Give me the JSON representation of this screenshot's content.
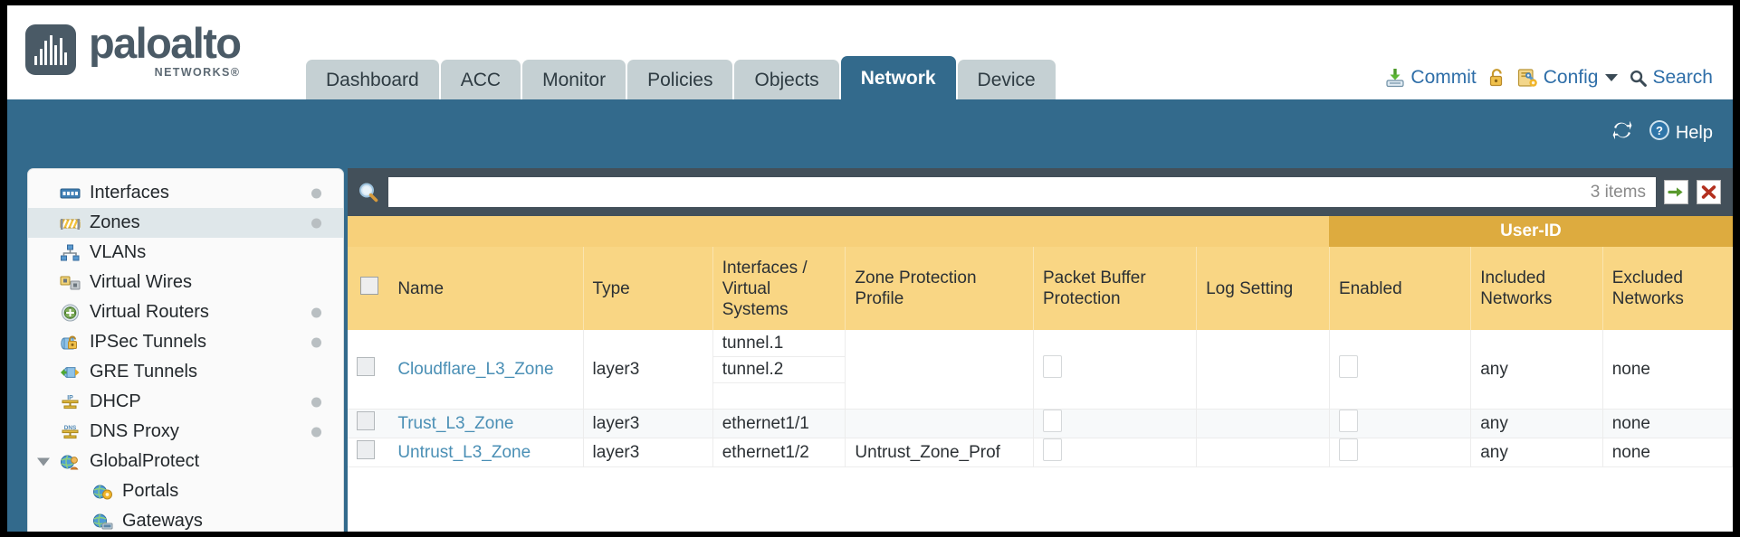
{
  "brand": {
    "name": "paloalto",
    "tagline": "NETWORKS",
    "registered": "®"
  },
  "nav": {
    "tabs": [
      {
        "label": "Dashboard",
        "active": false
      },
      {
        "label": "ACC",
        "active": false
      },
      {
        "label": "Monitor",
        "active": false
      },
      {
        "label": "Policies",
        "active": false
      },
      {
        "label": "Objects",
        "active": false
      },
      {
        "label": "Network",
        "active": true
      },
      {
        "label": "Device",
        "active": false
      }
    ]
  },
  "header_tools": {
    "commit": "Commit",
    "commit_icon": "commit-icon",
    "lock_icon": "lock-icon",
    "config": "Config",
    "config_icon": "config-icon",
    "config_caret": "chevron-down-icon",
    "search": "Search",
    "search_icon": "search-icon"
  },
  "bluebar": {
    "refresh_icon": "refresh-icon",
    "help": "Help",
    "help_icon": "help-icon"
  },
  "sidebar": {
    "items": [
      {
        "label": "Interfaces",
        "icon": "interfaces-icon",
        "dot": true,
        "selected": false,
        "child": false,
        "twisty": false
      },
      {
        "label": "Zones",
        "icon": "zones-icon",
        "dot": true,
        "selected": true,
        "child": false,
        "twisty": false
      },
      {
        "label": "VLANs",
        "icon": "vlans-icon",
        "dot": false,
        "selected": false,
        "child": false,
        "twisty": false
      },
      {
        "label": "Virtual Wires",
        "icon": "virtual-wires-icon",
        "dot": false,
        "selected": false,
        "child": false,
        "twisty": false
      },
      {
        "label": "Virtual Routers",
        "icon": "virtual-routers-icon",
        "dot": true,
        "selected": false,
        "child": false,
        "twisty": false
      },
      {
        "label": "IPSec Tunnels",
        "icon": "ipsec-tunnels-icon",
        "dot": true,
        "selected": false,
        "child": false,
        "twisty": false
      },
      {
        "label": "GRE Tunnels",
        "icon": "gre-tunnels-icon",
        "dot": false,
        "selected": false,
        "child": false,
        "twisty": false
      },
      {
        "label": "DHCP",
        "icon": "dhcp-icon",
        "dot": true,
        "selected": false,
        "child": false,
        "twisty": false
      },
      {
        "label": "DNS Proxy",
        "icon": "dns-proxy-icon",
        "dot": true,
        "selected": false,
        "child": false,
        "twisty": false
      },
      {
        "label": "GlobalProtect",
        "icon": "globalprotect-icon",
        "dot": false,
        "selected": false,
        "child": false,
        "twisty": true
      },
      {
        "label": "Portals",
        "icon": "portals-icon",
        "dot": false,
        "selected": false,
        "child": true,
        "twisty": false
      },
      {
        "label": "Gateways",
        "icon": "gateways-icon",
        "dot": false,
        "selected": false,
        "child": true,
        "twisty": false
      }
    ]
  },
  "search": {
    "value": "",
    "placeholder": "",
    "count_label": "3 items",
    "go_icon": "arrow-right-icon",
    "clear_icon": "close-icon",
    "magnifier_icon": "search-icon"
  },
  "table": {
    "group_header": "User-ID",
    "columns": [
      "Name",
      "Type",
      "Interfaces / Virtual Systems",
      "Zone Protection Profile",
      "Packet Buffer Protection",
      "Log Setting",
      "Enabled",
      "Included Networks",
      "Excluded Networks"
    ],
    "rows": [
      {
        "name": "Cloudflare_L3_Zone",
        "type": "layer3",
        "interfaces": [
          "tunnel.1",
          "tunnel.2"
        ],
        "zone_protection_profile": "",
        "packet_buffer_protection": false,
        "log_setting": "",
        "userid_enabled": false,
        "included_networks": "any",
        "excluded_networks": "none"
      },
      {
        "name": "Trust_L3_Zone",
        "type": "layer3",
        "interfaces": [
          "ethernet1/1"
        ],
        "zone_protection_profile": "",
        "packet_buffer_protection": false,
        "log_setting": "",
        "userid_enabled": false,
        "included_networks": "any",
        "excluded_networks": "none"
      },
      {
        "name": "Untrust_L3_Zone",
        "type": "layer3",
        "interfaces": [
          "ethernet1/2"
        ],
        "zone_protection_profile": "Untrust_Zone_Prof",
        "packet_buffer_protection": false,
        "log_setting": "",
        "userid_enabled": false,
        "included_networks": "any",
        "excluded_networks": "none"
      }
    ]
  },
  "colors": {
    "brand_blue": "#336a8c",
    "tab_inactive": "#c5d0d3",
    "header_yellow": "#f9d684",
    "group_yellow": "#ddab3f",
    "link_blue": "#4a8fb5",
    "panel_dark": "#43505a"
  }
}
